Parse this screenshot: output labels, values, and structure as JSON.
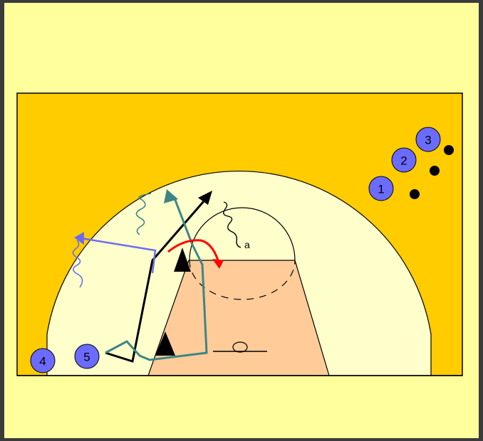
{
  "court": {
    "outer_color": "#ffcc00",
    "semicircle_color": "#ffffcc",
    "paint_color": "#ffcc99",
    "page_background": "#ffff9c"
  },
  "players": [
    {
      "label": "1",
      "color": "#6b6bff"
    },
    {
      "label": "2",
      "color": "#6b6bff"
    },
    {
      "label": "3",
      "color": "#6b6bff"
    },
    {
      "label": "4",
      "color": "#6b6bff"
    },
    {
      "label": "5",
      "color": "#6b6bff"
    }
  ],
  "cones": 2,
  "ball_markers": 3,
  "annotation_letter": "a",
  "path_colors": {
    "black": "#000000",
    "teal": "#3d8585",
    "blue": "#6b6bf0",
    "red": "#ff0000"
  }
}
